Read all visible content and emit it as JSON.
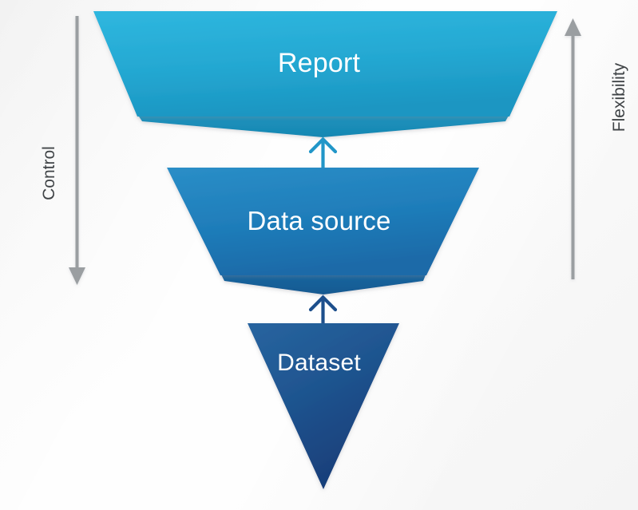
{
  "diagram": {
    "type": "inverted-funnel",
    "title": "",
    "background_color": "#f7f7f7",
    "stages": [
      {
        "id": "report",
        "label": "Report",
        "shape": "trapezoid",
        "level": 1,
        "fill_start": "#2bb3db",
        "fill_end": "#1f9fcf",
        "fold_color": "#1a8cb9",
        "text_color": "#ffffff"
      },
      {
        "id": "data-source",
        "label": "Data source",
        "shape": "trapezoid",
        "level": 2,
        "fill_start": "#2287c2",
        "fill_end": "#1b6fae",
        "fold_color": "#175f9c",
        "text_color": "#ffffff"
      },
      {
        "id": "dataset",
        "label": "Dataset",
        "shape": "triangle",
        "level": 3,
        "fill_start": "#225f9d",
        "fill_end": "#1a3f7a",
        "fold_color": "#18376d",
        "text_color": "#ffffff"
      }
    ],
    "connectors": [
      {
        "id": "arrow-datasource-to-report",
        "from": "data-source",
        "to": "report",
        "direction": "up",
        "color": "#2196c8"
      },
      {
        "id": "arrow-dataset-to-datasource",
        "from": "dataset",
        "to": "data-source",
        "direction": "up",
        "color": "#1d4f8c"
      }
    ],
    "axes": [
      {
        "id": "control",
        "label": "Control",
        "side": "left",
        "direction": "down",
        "color": "#9a9ea1",
        "text_color": "#3f4346"
      },
      {
        "id": "flexibility",
        "label": "Flexibility",
        "side": "right",
        "direction": "up",
        "color": "#9a9ea1",
        "text_color": "#3f4346"
      }
    ]
  }
}
